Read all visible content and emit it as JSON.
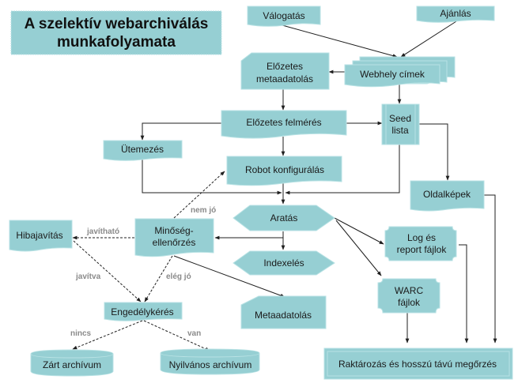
{
  "title": {
    "line1": "A szelektív webarchiválás",
    "line2": "munkafolyamata"
  },
  "colors": {
    "node_fill": "#96cfd3",
    "node_border": "#b8e2e4",
    "edge": "#1f1f1f",
    "edge_label": "#8a8a8a"
  },
  "nodes": {
    "valogatas": "Válogatás",
    "ajanlas": "Ajánlás",
    "elozetes_metaadatolas_1": "Előzetes",
    "elozetes_metaadatolas_2": "metaadatolás",
    "webhely_cimek": "Webhely címek",
    "elozetes_felmeres": "Előzetes felmérés",
    "seed_lista_1": "Seed",
    "seed_lista_2": "lista",
    "utemezes": "Ütemezés",
    "robot_konfiguralas": "Robot konfigurálás",
    "oldalkepek": "Oldalképek",
    "aratas": "Aratás",
    "minoseg_1": "Minőség-",
    "minoseg_2": "ellenőrzés",
    "hibajavitas": "Hibajavítás",
    "indexeles": "Indexelés",
    "log_1": "Log és",
    "log_2": "report fájlok",
    "warc_1": "WARC",
    "warc_2": "fájlok",
    "engedelykeres": "Engedélykérés",
    "metaadatolas": "Metaadatolás",
    "zart_archivum": "Zárt archívum",
    "nyilvanos_archivum": "Nyilvános archívum",
    "raktarozas": "Raktározás és hosszú távú megőrzés"
  },
  "edge_labels": {
    "nem_jo": "nem jó",
    "javithato": "javítható",
    "javitva": "javítva",
    "eleg_jo": "elég jó",
    "nincs": "nincs",
    "van": "van"
  }
}
